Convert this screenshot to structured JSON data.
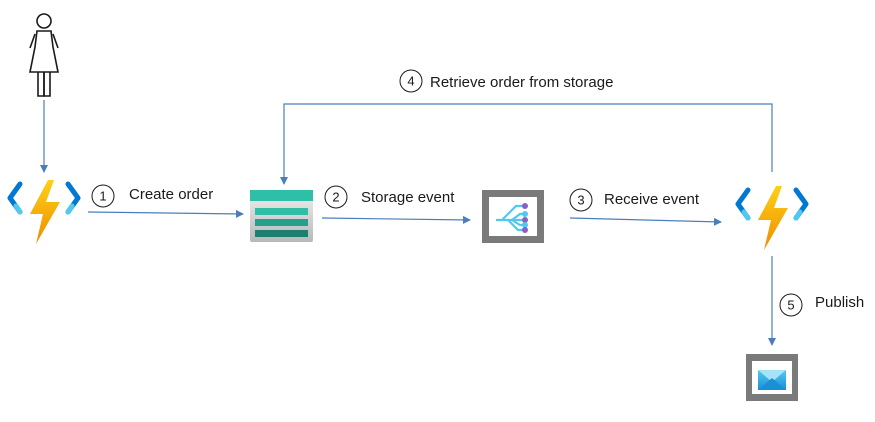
{
  "steps": [
    {
      "number": "1",
      "label": "Create order"
    },
    {
      "number": "2",
      "label": "Storage event"
    },
    {
      "number": "3",
      "label": "Receive event"
    },
    {
      "number": "4",
      "label": "Retrieve order from storage"
    },
    {
      "number": "5",
      "label": "Publish"
    }
  ],
  "icons": {
    "user": "person-icon",
    "function_left": "azure-function-icon",
    "storage": "storage-account-icon",
    "event_grid": "event-grid-icon",
    "function_right": "azure-function-icon",
    "publish_target": "event-grid-topic-icon"
  },
  "colors": {
    "arrow": "#4a7ebb",
    "bolt": "#f5a623",
    "function_bracket_dark": "#0078d4",
    "function_bracket_light": "#50c8f0",
    "storage_teal": "#2fbfa8",
    "event_grid_frame": "#7a7a7a"
  }
}
